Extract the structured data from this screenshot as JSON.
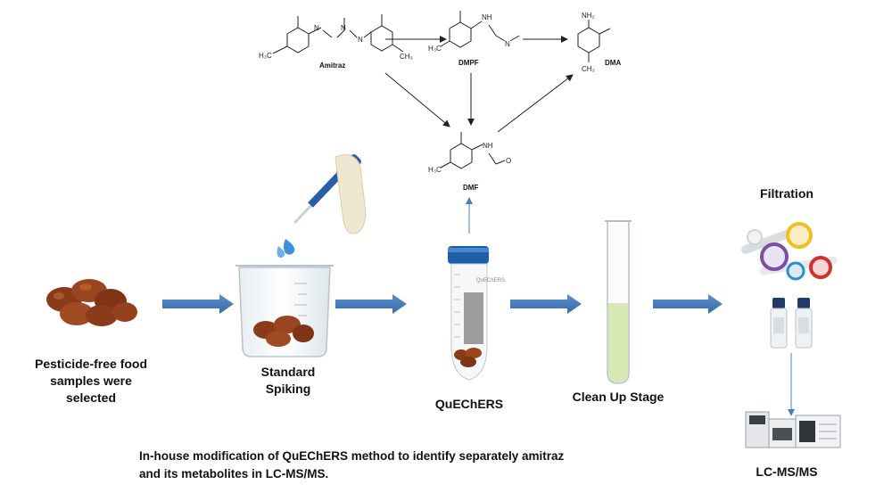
{
  "chemistry": {
    "compounds": [
      "Amitraz",
      "DMPF",
      "DMA",
      "DMF"
    ],
    "atom_labels": {
      "methyl": "CH₃",
      "methyl_left": "H₃C",
      "nitrogen": "N",
      "amine": "NH",
      "amine2": "NH₂",
      "oxygen": "O"
    }
  },
  "steps": [
    {
      "label": "Pesticide-free food samples were selected"
    },
    {
      "label": "Standard Spiking"
    },
    {
      "label": "QuEChERS"
    },
    {
      "label": "Clean Up Stage"
    },
    {
      "label": "Filtration"
    },
    {
      "label": "LC-MS/MS"
    }
  ],
  "label_lines": {
    "step1": [
      "Pesticide-free food",
      "samples were",
      "selected"
    ],
    "step2": [
      "Standard",
      "Spiking"
    ]
  },
  "tube_text": "QuEChERS",
  "caption": [
    "In-house modification of QuEChERS method to identify separately amitraz",
    "and its metabolites in LC-MS/MS."
  ],
  "colors": {
    "arrow": "#4a7ebb",
    "sample": "#8a3b1a",
    "tube_cap": "#1f5fa8",
    "clean_liquid": "#d6e8b4",
    "filter_purple": "#7b4fa8",
    "filter_yellow": "#f0c020",
    "filter_red": "#d0312d"
  }
}
